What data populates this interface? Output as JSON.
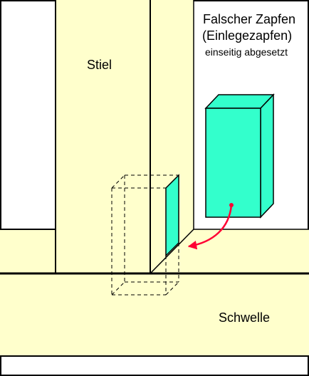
{
  "labels": {
    "post": "Stiel",
    "title_line1": "Falscher Zapfen",
    "title_line2": "(Einlegezapfen)",
    "subtitle": "einseitig abgesetzt",
    "sill": "Schwelle"
  },
  "colors": {
    "wood": "#ffffcc",
    "tenon": "#33ffcc",
    "arrow": "#ff0033",
    "line": "#000000",
    "background": "#ffffff"
  }
}
